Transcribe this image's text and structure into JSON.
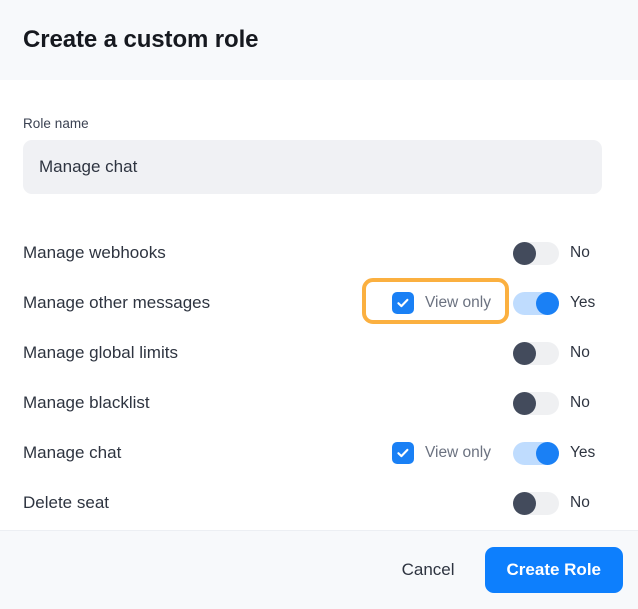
{
  "header": {
    "title": "Create a custom role"
  },
  "form": {
    "role_name_label": "Role name",
    "role_name_value": "Manage chat",
    "role_name_placeholder": "Role name"
  },
  "permissions": {
    "view_only_label": "View only",
    "toggle_on_label": "Yes",
    "toggle_off_label": "No",
    "rows": [
      {
        "label": "Manage webhooks",
        "has_view_only": false,
        "view_only_checked": false,
        "enabled": false,
        "state_label": "No",
        "highlighted": false
      },
      {
        "label": "Manage other messages",
        "has_view_only": true,
        "view_only_checked": true,
        "enabled": true,
        "state_label": "Yes",
        "highlighted": true
      },
      {
        "label": "Manage global limits",
        "has_view_only": false,
        "view_only_checked": false,
        "enabled": false,
        "state_label": "No",
        "highlighted": false
      },
      {
        "label": "Manage blacklist",
        "has_view_only": false,
        "view_only_checked": false,
        "enabled": false,
        "state_label": "No",
        "highlighted": false
      },
      {
        "label": "Manage chat",
        "has_view_only": true,
        "view_only_checked": true,
        "enabled": true,
        "state_label": "Yes",
        "highlighted": false
      },
      {
        "label": "Delete seat",
        "has_view_only": false,
        "view_only_checked": false,
        "enabled": false,
        "state_label": "No",
        "highlighted": false
      }
    ]
  },
  "footer": {
    "cancel_label": "Cancel",
    "submit_label": "Create Role"
  },
  "colors": {
    "accent_blue": "#0d7ffd",
    "toggle_on": "#1a80f5",
    "toggle_on_track": "#bfdcfe",
    "toggle_off_knob": "#434b5c",
    "toggle_off_track": "#eff0f2",
    "highlight_orange": "#fbb040",
    "panel_gray": "#f7f9fb",
    "input_gray": "#f0f1f4",
    "text_dark": "#2e3440",
    "text_muted": "#6b7280"
  }
}
